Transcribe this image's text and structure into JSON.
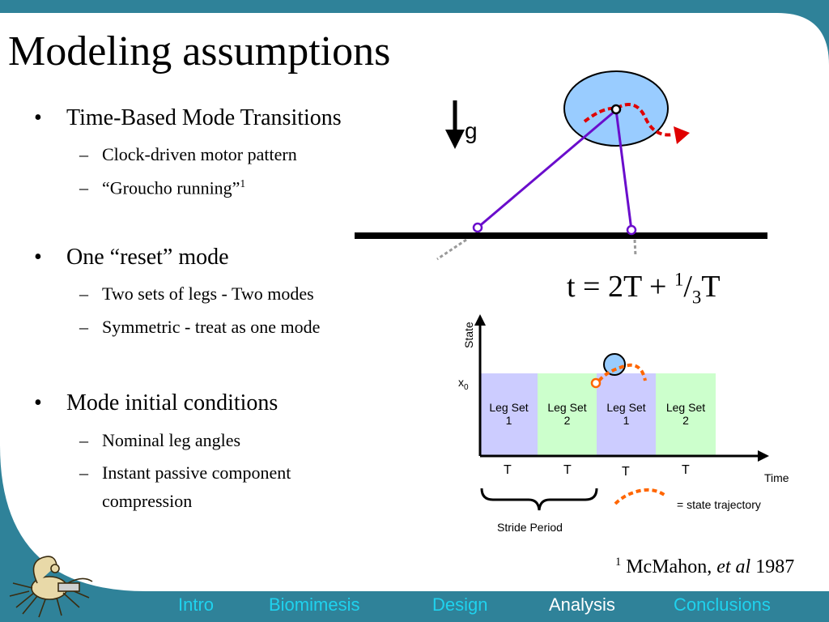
{
  "slide": {
    "title": "Modeling assumptions",
    "bullets": [
      {
        "text": "Time-Based Mode Transitions",
        "subs": [
          "Clock-driven motor pattern",
          "“Groucho running”"
        ]
      },
      {
        "text": "One “reset” mode",
        "subs": [
          "Two sets of legs - Two modes",
          "Symmetric - treat as one mode"
        ]
      },
      {
        "text": "Mode initial conditions",
        "subs": [
          "Nominal leg angles",
          "Instant passive component",
          "compression"
        ]
      }
    ],
    "bullet_glyph": "•",
    "dash_glyph": "–",
    "footnote_marker": "1"
  },
  "diagram": {
    "gravity_label": "g",
    "equation": {
      "lhs": "t = 2T + ",
      "sup": "1",
      "slash": "/",
      "sub": "3",
      "tail": "T"
    }
  },
  "chart": {
    "y_axis_label": "State",
    "x0_label": "x",
    "x0_sub": "0",
    "x_axis_label": "Time",
    "boxes": [
      {
        "line1": "Leg Set",
        "line2": "1",
        "color": "#ccccff"
      },
      {
        "line1": "Leg Set",
        "line2": "2",
        "color": "#ccffcc"
      },
      {
        "line1": "Leg Set",
        "line2": "1",
        "color": "#ccccff"
      },
      {
        "line1": "Leg Set",
        "line2": "2",
        "color": "#ccffcc"
      }
    ],
    "period_labels": [
      "T",
      "T",
      "T",
      "T"
    ],
    "brace_label": "Stride Period",
    "legend_label": "= state trajectory"
  },
  "footnote": {
    "marker": "1",
    "author": "McMahon, ",
    "etal": "et al",
    "year": " 1987"
  },
  "nav": {
    "items": [
      "Intro",
      "Biomimesis",
      "Design",
      "Analysis",
      "Conclusions"
    ],
    "active": "Analysis"
  },
  "colors": {
    "teal": "#2f8299",
    "nav_text": "#1fd2ee",
    "nav_active": "#ffffff",
    "leg": "#6a0dcc",
    "body_fill": "#99ccff",
    "trajectory": "#ff6600",
    "red_path": "#e00000"
  }
}
